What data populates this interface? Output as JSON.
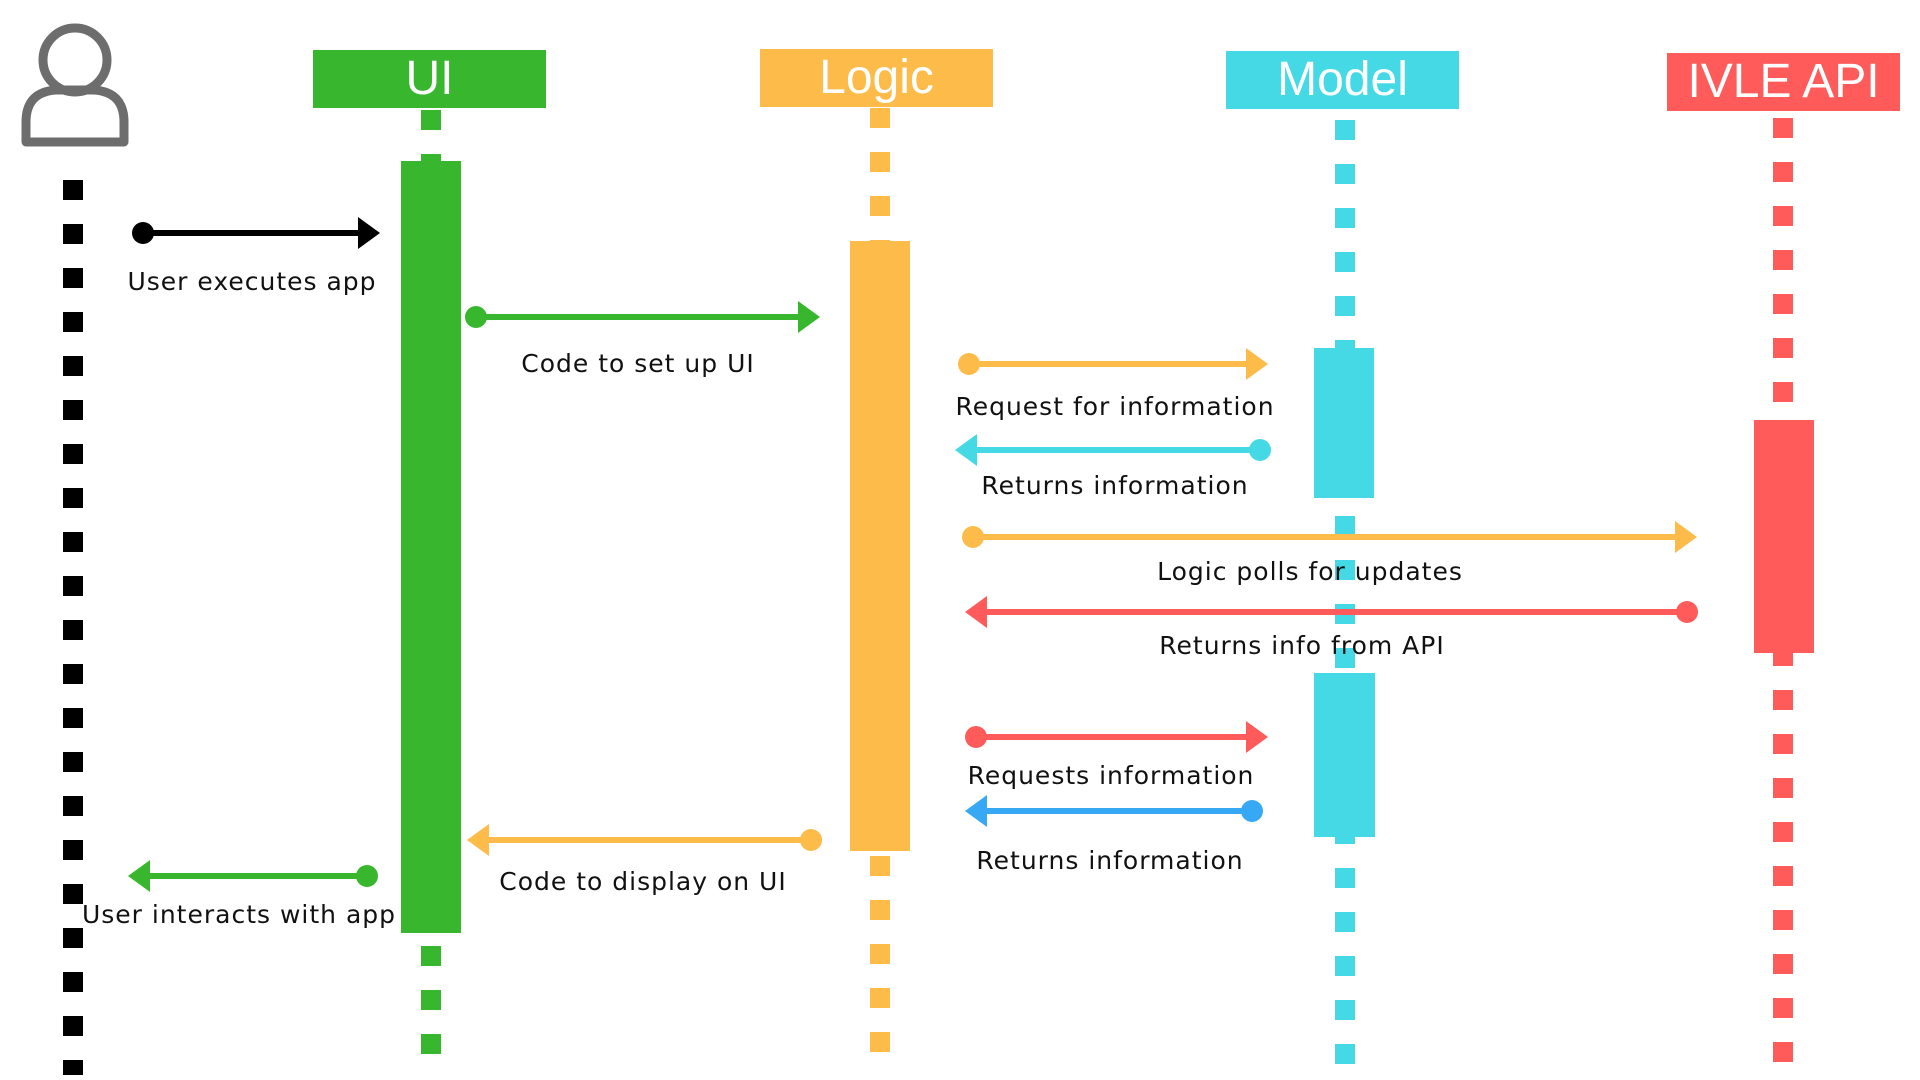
{
  "diagram": {
    "actor": {
      "icon": "user-icon"
    },
    "lifelines": [
      {
        "id": "ui",
        "label": "UI",
        "color": "#38B72E"
      },
      {
        "id": "logic",
        "label": "Logic",
        "color": "#FDBB4A"
      },
      {
        "id": "model",
        "label": "Model",
        "color": "#45D9E6"
      },
      {
        "id": "ivle",
        "label": "IVLE API",
        "color": "#FF5B5B"
      }
    ],
    "actor_line_color": "#000000",
    "return_blue_color": "#36A8F4",
    "messages": [
      {
        "label": "User executes app",
        "color": "#000000"
      },
      {
        "label": "Code to set up UI",
        "color": "#38B72E"
      },
      {
        "label": "Request for information",
        "color": "#FDBB4A"
      },
      {
        "label": "Returns information",
        "color": "#45D9E6"
      },
      {
        "label": "Logic polls for updates",
        "color": "#FDBB4A"
      },
      {
        "label": "Returns info from API",
        "color": "#FF5B5B"
      },
      {
        "label": "Requests information",
        "color": "#FF5B5B"
      },
      {
        "label": "Returns information",
        "color": "#36A8F4"
      },
      {
        "label": "Code to display on UI",
        "color": "#FDBB4A"
      },
      {
        "label": "User interacts with app",
        "color": "#38B72E"
      }
    ]
  }
}
